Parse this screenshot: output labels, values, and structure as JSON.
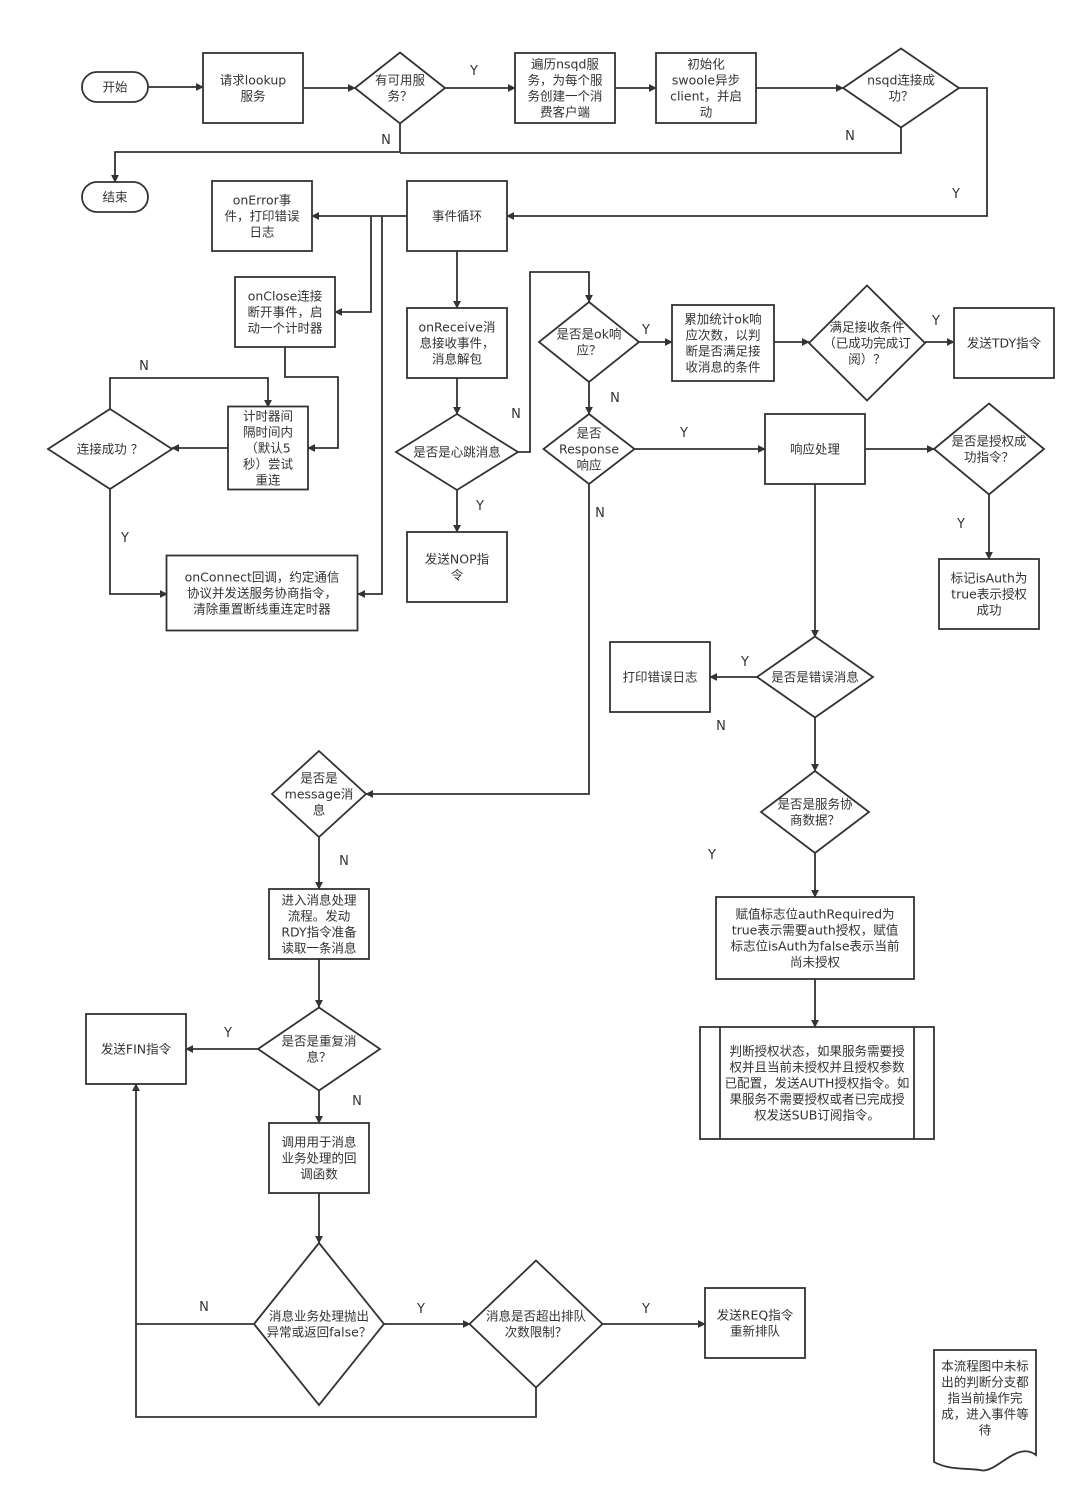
{
  "nodes": {
    "start": {
      "label": [
        "开始"
      ]
    },
    "end": {
      "label": [
        "结束"
      ]
    },
    "lookup": {
      "label": [
        "请求lookup",
        "服务"
      ]
    },
    "available": {
      "label": [
        "有可用服",
        "务？"
      ]
    },
    "traverse": {
      "label": [
        "遍历nsqd服",
        "务，为每个服",
        "务创建一个消",
        "费客户端"
      ]
    },
    "init": {
      "label": [
        "初始化",
        "swoole异步",
        "client，并启",
        "动"
      ]
    },
    "nsqdOK": {
      "label": [
        "nsqd连接成",
        "功？"
      ]
    },
    "onError": {
      "label": [
        "onError事",
        "件，打印错误",
        "日志"
      ]
    },
    "eventloop": {
      "label": [
        "事件循环"
      ]
    },
    "onClose": {
      "label": [
        "onClose连接",
        "断开事件，启",
        "动一个计时器"
      ]
    },
    "timer": {
      "label": [
        "计时器间",
        "隔时间内",
        "（默认5",
        "秒）尝试",
        "重连"
      ]
    },
    "connOK": {
      "label": [
        "连接成功 ？"
      ]
    },
    "onConnect": {
      "label": [
        "onConnect回调，约定通信",
        "协议并发送服务协商指令，",
        "清除重置断线重连定时器"
      ]
    },
    "onReceive": {
      "label": [
        "onReceive消",
        "息接收事件，",
        "消息解包"
      ]
    },
    "heartbeat": {
      "label": [
        "是否是心跳消息"
      ]
    },
    "nop": {
      "label": [
        "发送NOP指",
        "令"
      ]
    },
    "isOk": {
      "label": [
        "是否是ok响",
        "应？"
      ]
    },
    "accum": {
      "label": [
        "累加统计ok响",
        "应次数，以判",
        "断是否满足接",
        "收消息的条件"
      ]
    },
    "satisfy": {
      "label": [
        "满足接收条件",
        "（已成功完成订",
        "阅）？"
      ]
    },
    "tdy": {
      "label": [
        "发送TDY指令"
      ]
    },
    "isResp": {
      "label": [
        "是否",
        "Response",
        "响应"
      ]
    },
    "respHandle": {
      "label": [
        "响应处理"
      ]
    },
    "authOK": {
      "label": [
        "是否是授权成",
        "功指令？"
      ]
    },
    "isAuth": {
      "label": [
        "标记isAuth为",
        "true表示授权",
        "成功"
      ]
    },
    "isErr": {
      "label": [
        "是否是错误消息"
      ]
    },
    "printErr": {
      "label": [
        "打印错误日志"
      ]
    },
    "isNeg": {
      "label": [
        "是否是服务协",
        "商数据？"
      ]
    },
    "assign": {
      "label": [
        "赋值标志位authRequired为",
        "true表示需要auth授权，赋值",
        "标志位isAuth为false表示当前",
        "尚未授权"
      ]
    },
    "judge": {
      "label": [
        "判断授权状态，如果服务需要授",
        "权并且当前未授权并且授权参数",
        "已配置，发送AUTH授权指令。如",
        "果服务不需要授权或者已完成授",
        "权发送SUB订阅指令。"
      ]
    },
    "isMsg": {
      "label": [
        "是否是",
        "message消",
        "息"
      ]
    },
    "procEnter": {
      "label": [
        "进入消息处理",
        "流程。发动",
        "RDY指令准备",
        "读取一条消息"
      ]
    },
    "isDup": {
      "label": [
        "是否是重复消",
        "息？"
      ]
    },
    "fin": {
      "label": [
        "发送FIN指令"
      ]
    },
    "callback": {
      "label": [
        "调用用于消息",
        "业务处理的回",
        "调函数"
      ]
    },
    "bizErr": {
      "label": [
        "消息业务处理抛出",
        "异常或返回false？"
      ]
    },
    "overLimit": {
      "label": [
        "消息是否超出排队",
        "次数限制？"
      ]
    },
    "req": {
      "label": [
        "发送REQ指令",
        "重新排队"
      ]
    },
    "note": {
      "label": [
        "本流程图中未标",
        "出的判断分支都",
        "指当前操作完",
        "成，进入事件等",
        "待"
      ]
    }
  },
  "edge_labels": {
    "available_y": "Y",
    "available_n": "N",
    "nsqd_n": "N",
    "nsqd_y": "Y",
    "conn_n": "N",
    "conn_y": "Y",
    "heartbeat_y": "Y",
    "heartbeat_n": "N",
    "isok_y": "Y",
    "isok_n": "N",
    "satisfy_y": "Y",
    "isresp_y": "Y",
    "isresp_n": "N",
    "auth_y": "Y",
    "iserr_y": "Y",
    "iserr_n": "N",
    "isneg_y": "Y",
    "ismsg_n": "N",
    "isdup_y": "Y",
    "isdup_n": "N",
    "biz_y": "Y",
    "biz_n": "N",
    "over_y": "Y"
  }
}
